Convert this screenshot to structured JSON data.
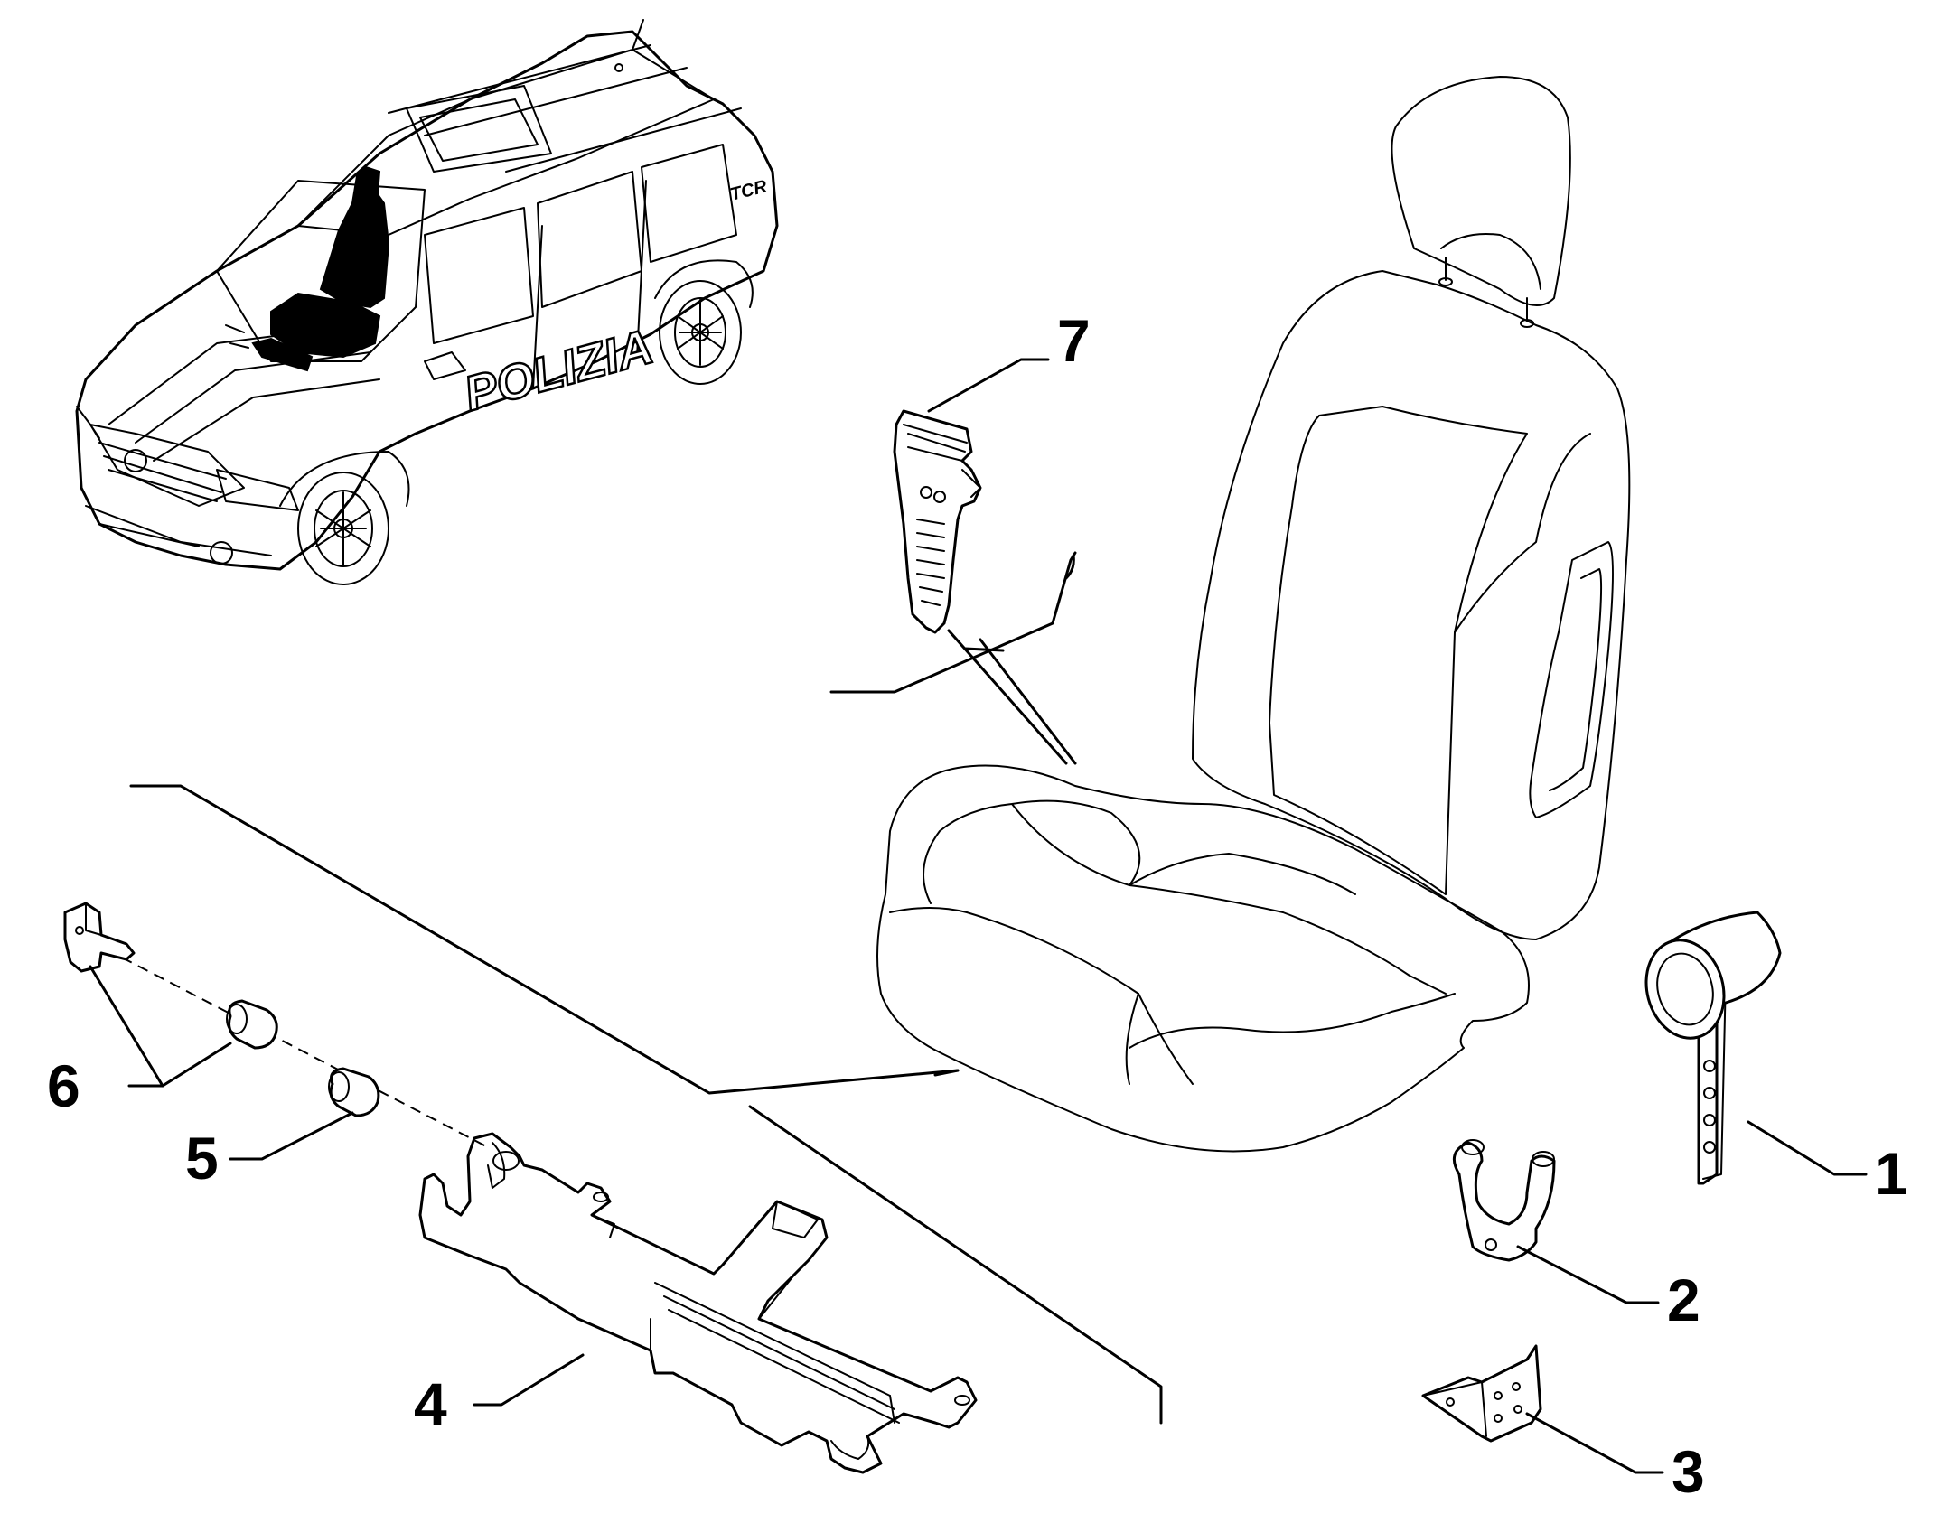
{
  "callouts": [
    {
      "id": "1",
      "label": "1"
    },
    {
      "id": "2",
      "label": "2"
    },
    {
      "id": "3",
      "label": "3"
    },
    {
      "id": "4",
      "label": "4"
    },
    {
      "id": "5",
      "label": "5"
    },
    {
      "id": "6",
      "label": "6"
    },
    {
      "id": "7",
      "label": "7"
    }
  ],
  "vehicle": {
    "livery_text": "POLIZIA",
    "badge_text": "TCR"
  }
}
